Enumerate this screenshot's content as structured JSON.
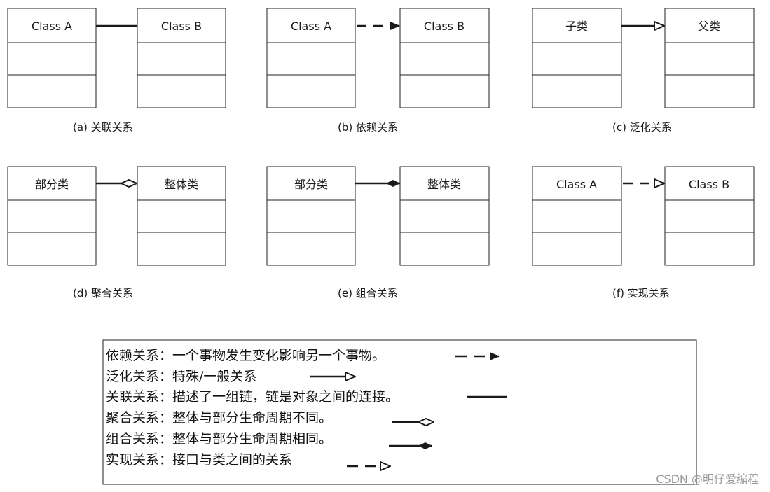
{
  "panels": [
    {
      "class_a": "Class A",
      "class_b": "Class B",
      "caption": "(a)  关联关系",
      "relation": "association"
    },
    {
      "class_a": "Class A",
      "class_b": "Class B",
      "caption": "(b)  依赖关系",
      "relation": "dependency"
    },
    {
      "class_a": "子类",
      "class_b": "父类",
      "caption": "(c)  泛化关系",
      "relation": "generalization"
    },
    {
      "class_a": "部分类",
      "class_b": "整体类",
      "caption": "(d)  聚合关系",
      "relation": "aggregation"
    },
    {
      "class_a": "部分类",
      "class_b": "整体类",
      "caption": "(e)  组合关系",
      "relation": "composition"
    },
    {
      "class_a": "Class A",
      "class_b": "Class B",
      "caption": "(f)  实现关系",
      "relation": "realization"
    }
  ],
  "legend": [
    {
      "text": "依赖关系：一个事物发生变化影响另一个事物。",
      "relation": "dependency"
    },
    {
      "text": "泛化关系：特殊/一般关系",
      "relation": "generalization"
    },
    {
      "text": "关联关系：描述了一组链，链是对象之间的连接。",
      "relation": "association"
    },
    {
      "text": "聚合关系：整体与部分生命周期不同。",
      "relation": "aggregation"
    },
    {
      "text": "组合关系：整体与部分生命周期相同。",
      "relation": "composition"
    },
    {
      "text": "实现关系：接口与类之间的关系",
      "relation": "realization"
    }
  ],
  "watermark": "CSDN @明仔爱编程"
}
